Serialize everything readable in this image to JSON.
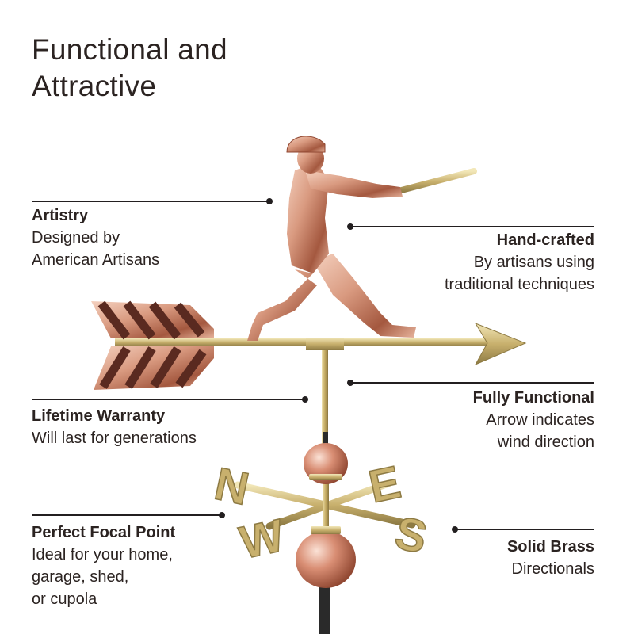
{
  "title": {
    "line1": "Functional and",
    "line2": "Attractive"
  },
  "features": {
    "artistry": {
      "heading": "Artistry",
      "lines": [
        "Designed by",
        "American Artisans"
      ]
    },
    "handcrafted": {
      "heading": "Hand-crafted",
      "lines": [
        "By artisans using",
        "traditional techniques"
      ]
    },
    "lifetime_warranty": {
      "heading": "Lifetime Warranty",
      "lines": [
        "Will last for generations"
      ]
    },
    "fully_functional": {
      "heading": "Fully Functional",
      "lines": [
        "Arrow indicates",
        "wind direction"
      ]
    },
    "focal_point": {
      "heading": "Perfect Focal Point",
      "lines": [
        "Ideal for your home,",
        "garage, shed,",
        "or cupola"
      ]
    },
    "solid_brass": {
      "heading": "Solid Brass",
      "lines": [
        "Directionals"
      ]
    }
  },
  "weathervane": {
    "directionals": [
      "N",
      "E",
      "W",
      "S"
    ],
    "colors": {
      "copper": "#c9836a",
      "brass": "#cbb57a",
      "text": "#2b2321"
    }
  }
}
